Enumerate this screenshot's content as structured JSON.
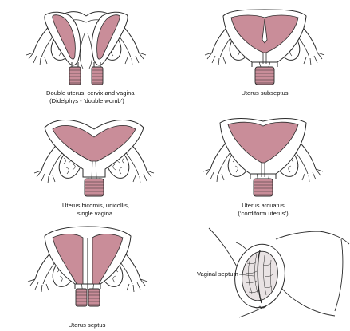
{
  "captions": {
    "didelphys_line1": "Double uterus, cervix and vagina",
    "didelphys_line2": "(Didelphys - ‘double womb’)",
    "subseptus": "Uterus subseptus",
    "bicornis_line1": "Uterus bicornis, unicollis,",
    "bicornis_line2": "single vagina",
    "arcuatus_line1": "Uterus arcuatus",
    "arcuatus_line2": "(‘cordiform uterus’)",
    "septus": "Uterus septus"
  },
  "labels": {
    "vaginal_septum": "Vaginal septum"
  },
  "colors": {
    "cavity": "#c98d99",
    "outline": "#2a2a2a",
    "background": "#ffffff"
  }
}
